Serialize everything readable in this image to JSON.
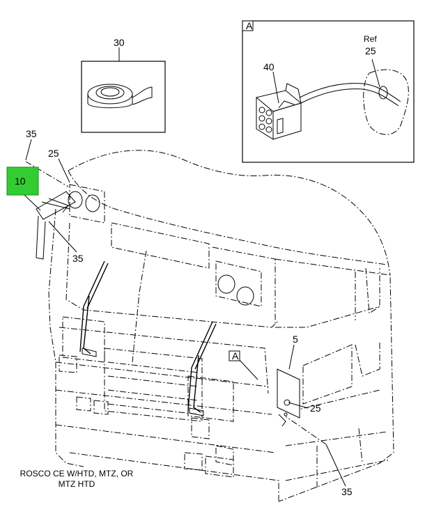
{
  "callouts": {
    "c30": "30",
    "c35_top": "35",
    "c25_top": "25",
    "c10": "10",
    "c35_left": "35",
    "c40": "40",
    "ref": "Ref",
    "c25_detail": "25",
    "c5": "5",
    "c25_right": "25",
    "c35_bottom": "35"
  },
  "detail_views": {
    "a_box_tag": "A",
    "a_pointer_tag": "A"
  },
  "note": {
    "line1": "ROSCO CE W/HTD, MTZ, OR",
    "line2": "MTZ HTD"
  },
  "colors": {
    "highlight": "#33cc33",
    "line": "#000000"
  }
}
